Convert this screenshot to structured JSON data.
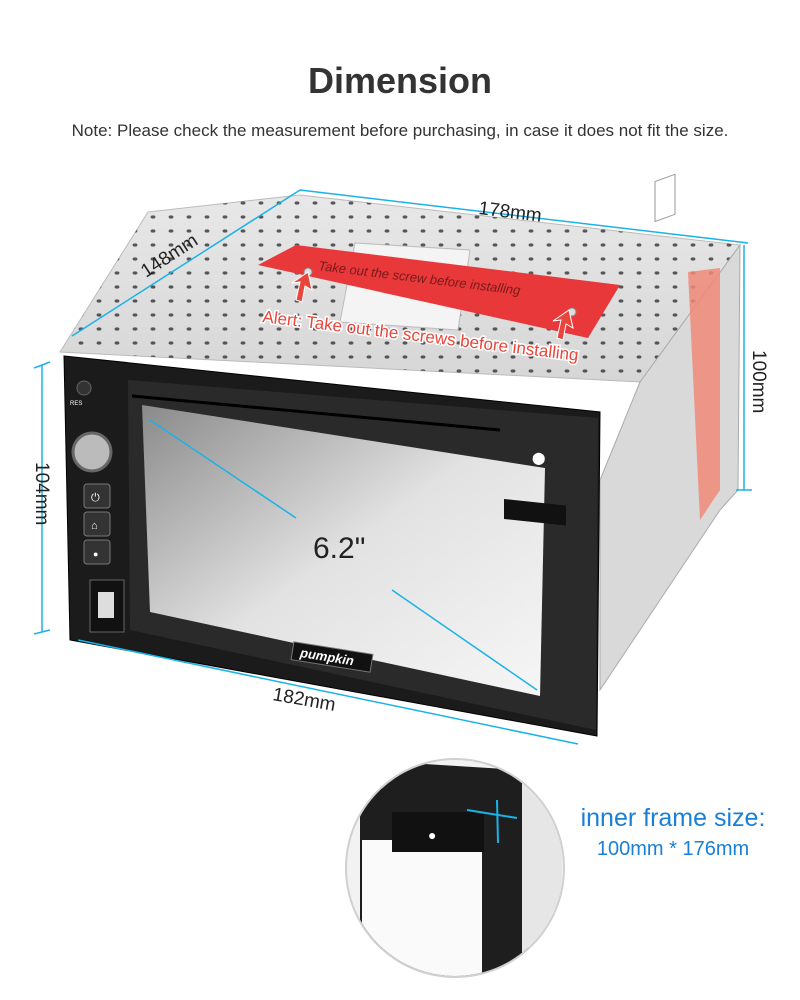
{
  "header": {
    "title": "Dimension",
    "note": "Note: Please check the measurement before purchasing, in case it does not fit the size."
  },
  "dimensions": {
    "depth": "148mm",
    "width_top": "178mm",
    "height_side": "100mm",
    "height_front": "104mm",
    "width_front": "182mm",
    "screen_size": "6.2\""
  },
  "labels": {
    "sticker_text": "Take out the screw before installing",
    "alert_text": "Alert: Take out the screws before installing",
    "brand": "pumpkin",
    "res_button": "RES"
  },
  "inset": {
    "title": "inner frame size:",
    "size": "100mm * 176mm"
  },
  "colors": {
    "dimension_line": "#1ab2e8",
    "alert": "#e8453c",
    "inset_text": "#1a80d6"
  }
}
